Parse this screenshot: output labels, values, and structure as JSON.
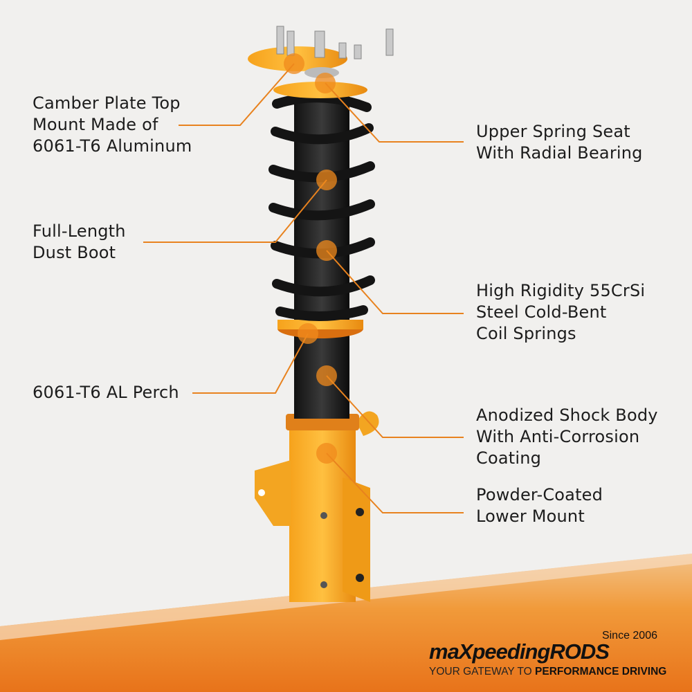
{
  "labels": {
    "camber": [
      "Camber Plate Top",
      "Mount Made of",
      "6061-T6 Aluminum"
    ],
    "upper_seat": [
      "Upper Spring Seat",
      "With Radial Bearing"
    ],
    "dust_boot": [
      "Full-Length",
      "Dust Boot"
    ],
    "springs": [
      "High Rigidity 55CrSi",
      "Steel Cold-Bent",
      "Coil Springs"
    ],
    "perch": [
      "6061-T6 AL Perch"
    ],
    "shock_body": [
      "Anodized Shock Body",
      "With Anti-Corrosion",
      "Coating"
    ],
    "lower_mount": [
      "Powder-Coated",
      "Lower Mount"
    ]
  },
  "logo": {
    "brand": "maXpeedingRODS",
    "since": "Since 2006",
    "tagline_regular": "YOUR GATEWAY TO ",
    "tagline_bold": "PERFORMANCE DRIVING"
  },
  "colors": {
    "accent": "#f08a1c",
    "line": "#e8821e",
    "text": "#1c1c1c",
    "spring": "#141414"
  }
}
